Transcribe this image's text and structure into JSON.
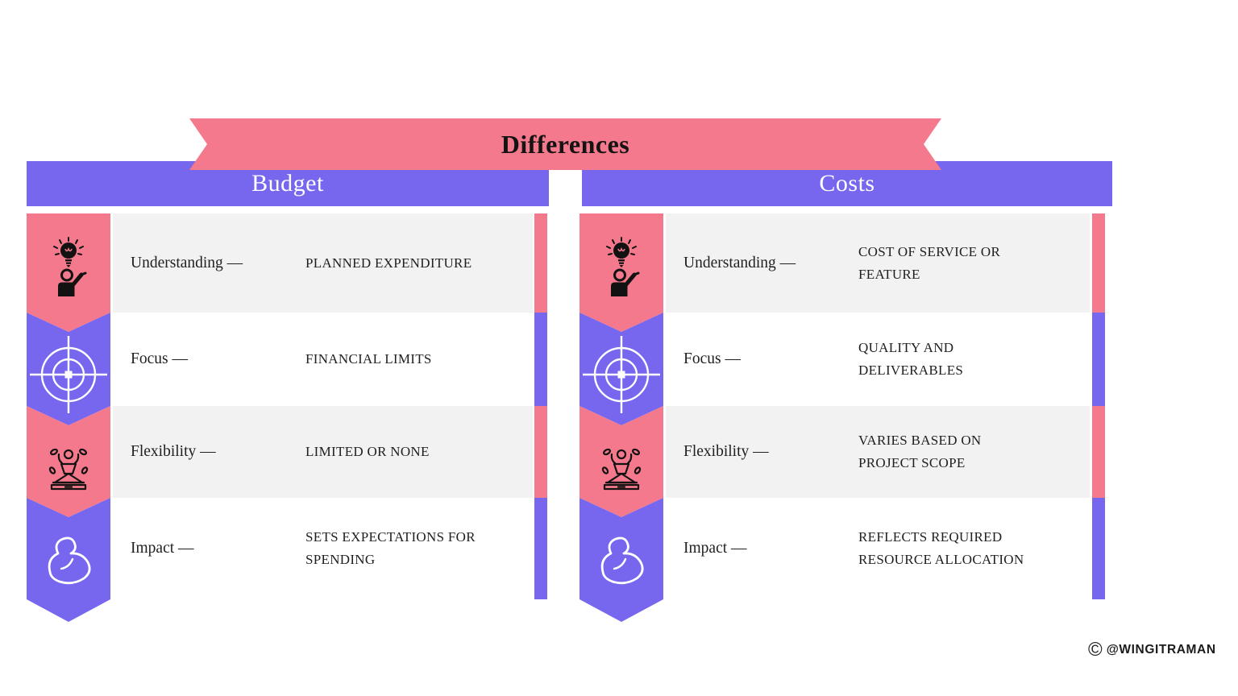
{
  "banner": {
    "title": "Differences"
  },
  "columns": [
    {
      "header": "Budget",
      "rows": [
        {
          "icon": "idea-person-icon",
          "label": "Understanding —",
          "value": "PLANNED EXPENDITURE"
        },
        {
          "icon": "target-icon",
          "label": "Focus —",
          "value": "FINANCIAL LIMITS"
        },
        {
          "icon": "meditation-icon",
          "label": "Flexibility —",
          "value": "LIMITED OR NONE"
        },
        {
          "icon": "bicep-icon",
          "label": "Impact —",
          "value": "SETS EXPECTATIONS FOR SPENDING"
        }
      ]
    },
    {
      "header": "Costs",
      "rows": [
        {
          "icon": "idea-person-icon",
          "label": "Understanding —",
          "value": "COST OF SERVICE OR FEATURE"
        },
        {
          "icon": "target-icon",
          "label": "Focus —",
          "value": "QUALITY AND DELIVERABLES"
        },
        {
          "icon": "meditation-icon",
          "label": "Flexibility —",
          "value": "VARIES BASED ON PROJECT SCOPE"
        },
        {
          "icon": "bicep-icon",
          "label": "Impact —",
          "value": "REFLECTS REQUIRED RESOURCE ALLOCATION"
        }
      ]
    }
  ],
  "watermark": {
    "symbol": "©",
    "handle": "@WINGITRAMAN"
  },
  "colors": {
    "pink": "#F5798C",
    "purple": "#7767EF",
    "row_gray": "#F2F2F2",
    "text_dark": "#1F1F1F",
    "header_text": "#FFFFFF",
    "background": "#FFFFFF"
  }
}
